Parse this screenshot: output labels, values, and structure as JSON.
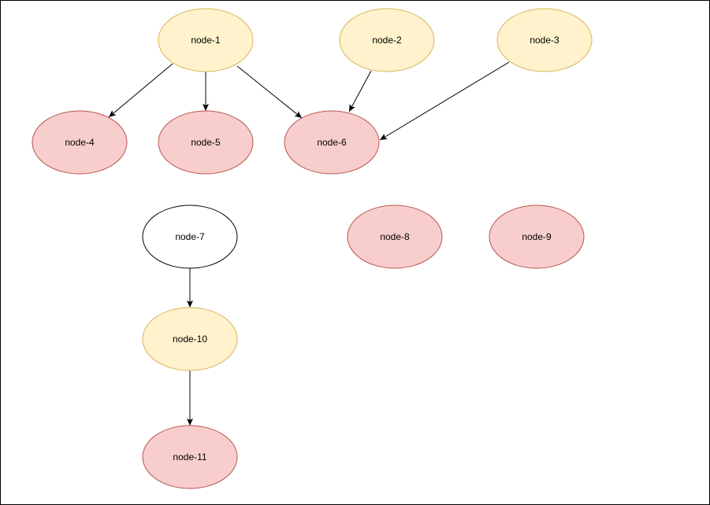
{
  "diagram": {
    "type": "directed-graph",
    "nodes": [
      {
        "id": "node-1",
        "label": "node-1",
        "fill": "#fff2cc",
        "stroke": "#d6b656"
      },
      {
        "id": "node-2",
        "label": "node-2",
        "fill": "#fff2cc",
        "stroke": "#d6b656"
      },
      {
        "id": "node-3",
        "label": "node-3",
        "fill": "#fff2cc",
        "stroke": "#d6b656"
      },
      {
        "id": "node-4",
        "label": "node-4",
        "fill": "#f8cecc",
        "stroke": "#b85450"
      },
      {
        "id": "node-5",
        "label": "node-5",
        "fill": "#f8cecc",
        "stroke": "#b85450"
      },
      {
        "id": "node-6",
        "label": "node-6",
        "fill": "#f8cecc",
        "stroke": "#b85450"
      },
      {
        "id": "node-7",
        "label": "node-7",
        "fill": "#ffffff",
        "stroke": "#000000"
      },
      {
        "id": "node-8",
        "label": "node-8",
        "fill": "#f8cecc",
        "stroke": "#b85450"
      },
      {
        "id": "node-9",
        "label": "node-9",
        "fill": "#f8cecc",
        "stroke": "#b85450"
      },
      {
        "id": "node-10",
        "label": "node-10",
        "fill": "#fff2cc",
        "stroke": "#d6b656"
      },
      {
        "id": "node-11",
        "label": "node-11",
        "fill": "#f8cecc",
        "stroke": "#b85450"
      }
    ],
    "edges": [
      {
        "from": "node-1",
        "to": "node-4"
      },
      {
        "from": "node-1",
        "to": "node-5"
      },
      {
        "from": "node-1",
        "to": "node-6"
      },
      {
        "from": "node-2",
        "to": "node-6"
      },
      {
        "from": "node-3",
        "to": "node-6"
      },
      {
        "from": "node-7",
        "to": "node-10"
      },
      {
        "from": "node-10",
        "to": "node-11"
      }
    ]
  }
}
